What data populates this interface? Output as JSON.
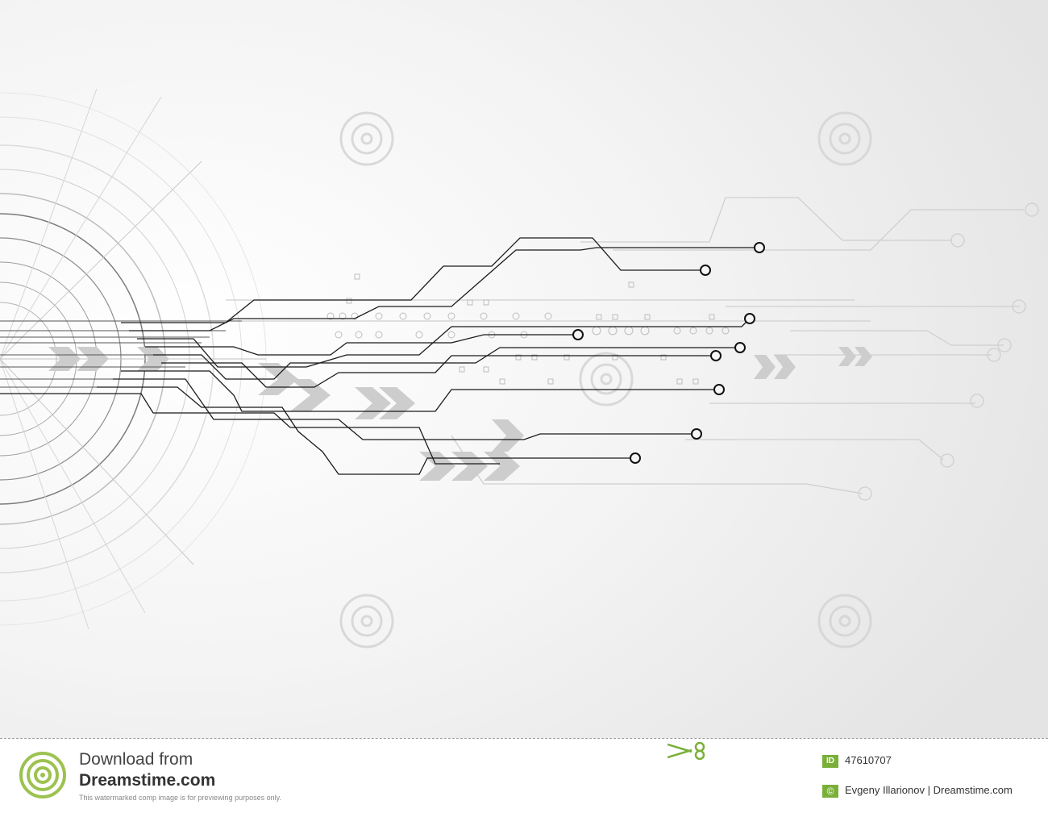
{
  "footer": {
    "download_line1": "Download from",
    "download_line2": "Dreamstime.com",
    "note": "This watermarked comp image is for previewing purposes only.",
    "id_badge": "ID",
    "image_id": "47610707",
    "copyright_symbol": "©",
    "credit": "Evgeny Illarionov | Dreamstime.com"
  },
  "icons": {
    "logo": "dreamstime-spiral-logo",
    "scissors": "scissors-icon"
  },
  "colors": {
    "background": "#f2f2f2",
    "circuit_dark": "#1a1a1a",
    "circuit_light": "#c8c8c8",
    "brand_green": "#7ab03a"
  }
}
